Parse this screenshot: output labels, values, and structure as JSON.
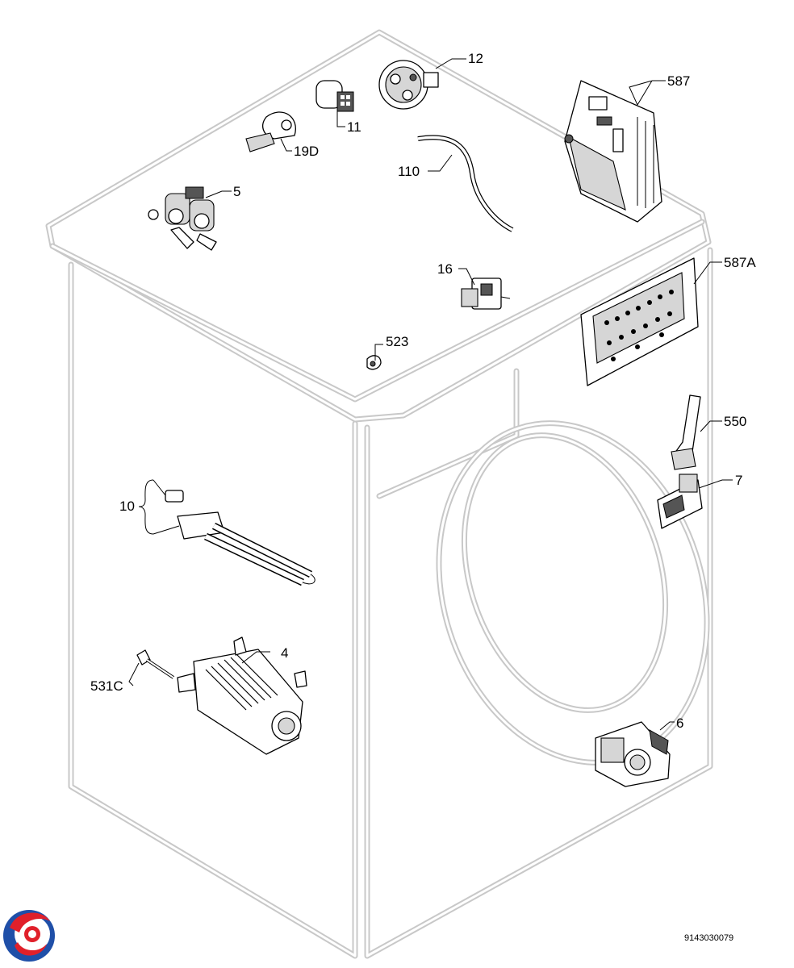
{
  "diagram": {
    "callouts": [
      {
        "id": "12",
        "label": "12"
      },
      {
        "id": "587",
        "label": "587"
      },
      {
        "id": "11",
        "label": "11"
      },
      {
        "id": "19D",
        "label": "19D"
      },
      {
        "id": "110",
        "label": "110"
      },
      {
        "id": "5",
        "label": "5"
      },
      {
        "id": "16",
        "label": "16"
      },
      {
        "id": "587A",
        "label": "587A"
      },
      {
        "id": "523",
        "label": "523"
      },
      {
        "id": "550",
        "label": "550"
      },
      {
        "id": "7",
        "label": "7"
      },
      {
        "id": "10",
        "label": "10"
      },
      {
        "id": "4",
        "label": "4"
      },
      {
        "id": "531C",
        "label": "531C"
      },
      {
        "id": "6",
        "label": "6"
      }
    ],
    "document_number": "9143030079"
  },
  "colors": {
    "cabinet_outline": "#c8c8c8",
    "logo_blue": "#1f4fa8",
    "logo_red": "#e0202a"
  }
}
